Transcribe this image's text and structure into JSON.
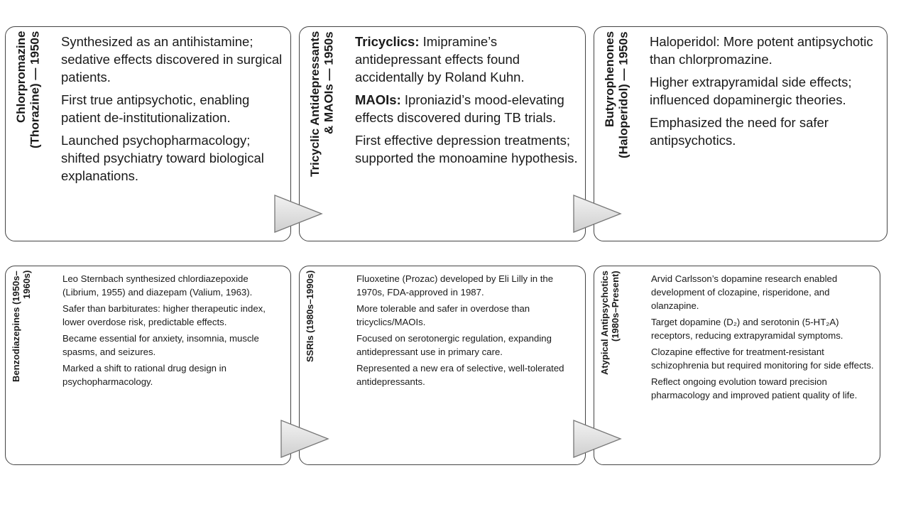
{
  "stages": [
    {
      "title_lines": [
        "Chlorpromazine",
        "(Thorazine) — 1950s"
      ],
      "bullets": [
        {
          "bold": "",
          "text": "Synthesized as an antihistamine; sedative effects discovered in surgical patients."
        },
        {
          "bold": "",
          "text": "First true antipsychotic, enabling patient de-institutionalization."
        },
        {
          "bold": "",
          "text": "Launched psychopharmacology; shifted psychiatry toward biological explanations."
        }
      ]
    },
    {
      "title_lines": [
        "Tricyclic Antidepressants",
        "& MAOIs — 1950s"
      ],
      "bullets": [
        {
          "bold": "Tricyclics:",
          "text": " Imipramine’s antidepressant effects found accidentally by Roland Kuhn."
        },
        {
          "bold": "MAOIs:",
          "text": " Iproniazid’s mood-elevating effects discovered during TB trials."
        },
        {
          "bold": "",
          "text": "First effective depression treatments; supported the monoamine hypothesis."
        }
      ]
    },
    {
      "title_lines": [
        "Butyrophenones",
        "(Haloperidol) — 1950s"
      ],
      "bullets": [
        {
          "bold": "",
          "text": "Haloperidol: More potent antipsychotic than chlorpromazine."
        },
        {
          "bold": "",
          "text": "Higher extrapyramidal side effects; influenced dopaminergic theories."
        },
        {
          "bold": "",
          "text": "Emphasized the need for safer antipsychotics."
        }
      ]
    },
    {
      "title_lines": [
        "Benzodiazepines (1950s–",
        "1960s)"
      ],
      "bullets": [
        {
          "bold": "",
          "text": "Leo Sternbach synthesized chlordiazepoxide (Librium, 1955) and diazepam (Valium, 1963)."
        },
        {
          "bold": "",
          "text": "Safer than barbiturates: higher therapeutic index, lower overdose risk, predictable effects."
        },
        {
          "bold": "",
          "text": "Became essential for anxiety, insomnia, muscle spasms, and seizures."
        },
        {
          "bold": "",
          "text": "Marked a shift to rational drug design in psychopharmacology."
        }
      ]
    },
    {
      "title_lines": [
        "SSRIs (1980s–1990s)"
      ],
      "bullets": [
        {
          "bold": "",
          "text": "Fluoxetine (Prozac) developed by Eli Lilly in the 1970s, FDA-approved in 1987."
        },
        {
          "bold": "",
          "text": "More tolerable and safer in overdose than tricyclics/MAOIs."
        },
        {
          "bold": "",
          "text": "Focused on serotonergic regulation, expanding antidepressant use in primary care."
        },
        {
          "bold": "",
          "text": "Represented a new era of selective, well-tolerated antidepressants."
        }
      ]
    },
    {
      "title_lines": [
        "Atypical Antipsychotics",
        "(1980s–Present)"
      ],
      "bullets": [
        {
          "bold": "",
          "text": "Arvid Carlsson’s dopamine research enabled development of clozapine, risperidone, and olanzapine."
        },
        {
          "bold": "",
          "text": "Target dopamine (D₂) and serotonin (5-HT₂A) receptors, reducing extrapyramidal symptoms."
        },
        {
          "bold": "",
          "text": "Clozapine effective for treatment-resistant schizophrenia but required monitoring for side effects."
        },
        {
          "bold": "",
          "text": "Reflect ongoing evolution toward precision pharmacology and improved patient quality of life."
        }
      ]
    }
  ],
  "colors": {
    "border": "#444444",
    "arrow_fill": "#e4e4e4"
  },
  "icons": {
    "connector": "triangle-arrow-right"
  }
}
